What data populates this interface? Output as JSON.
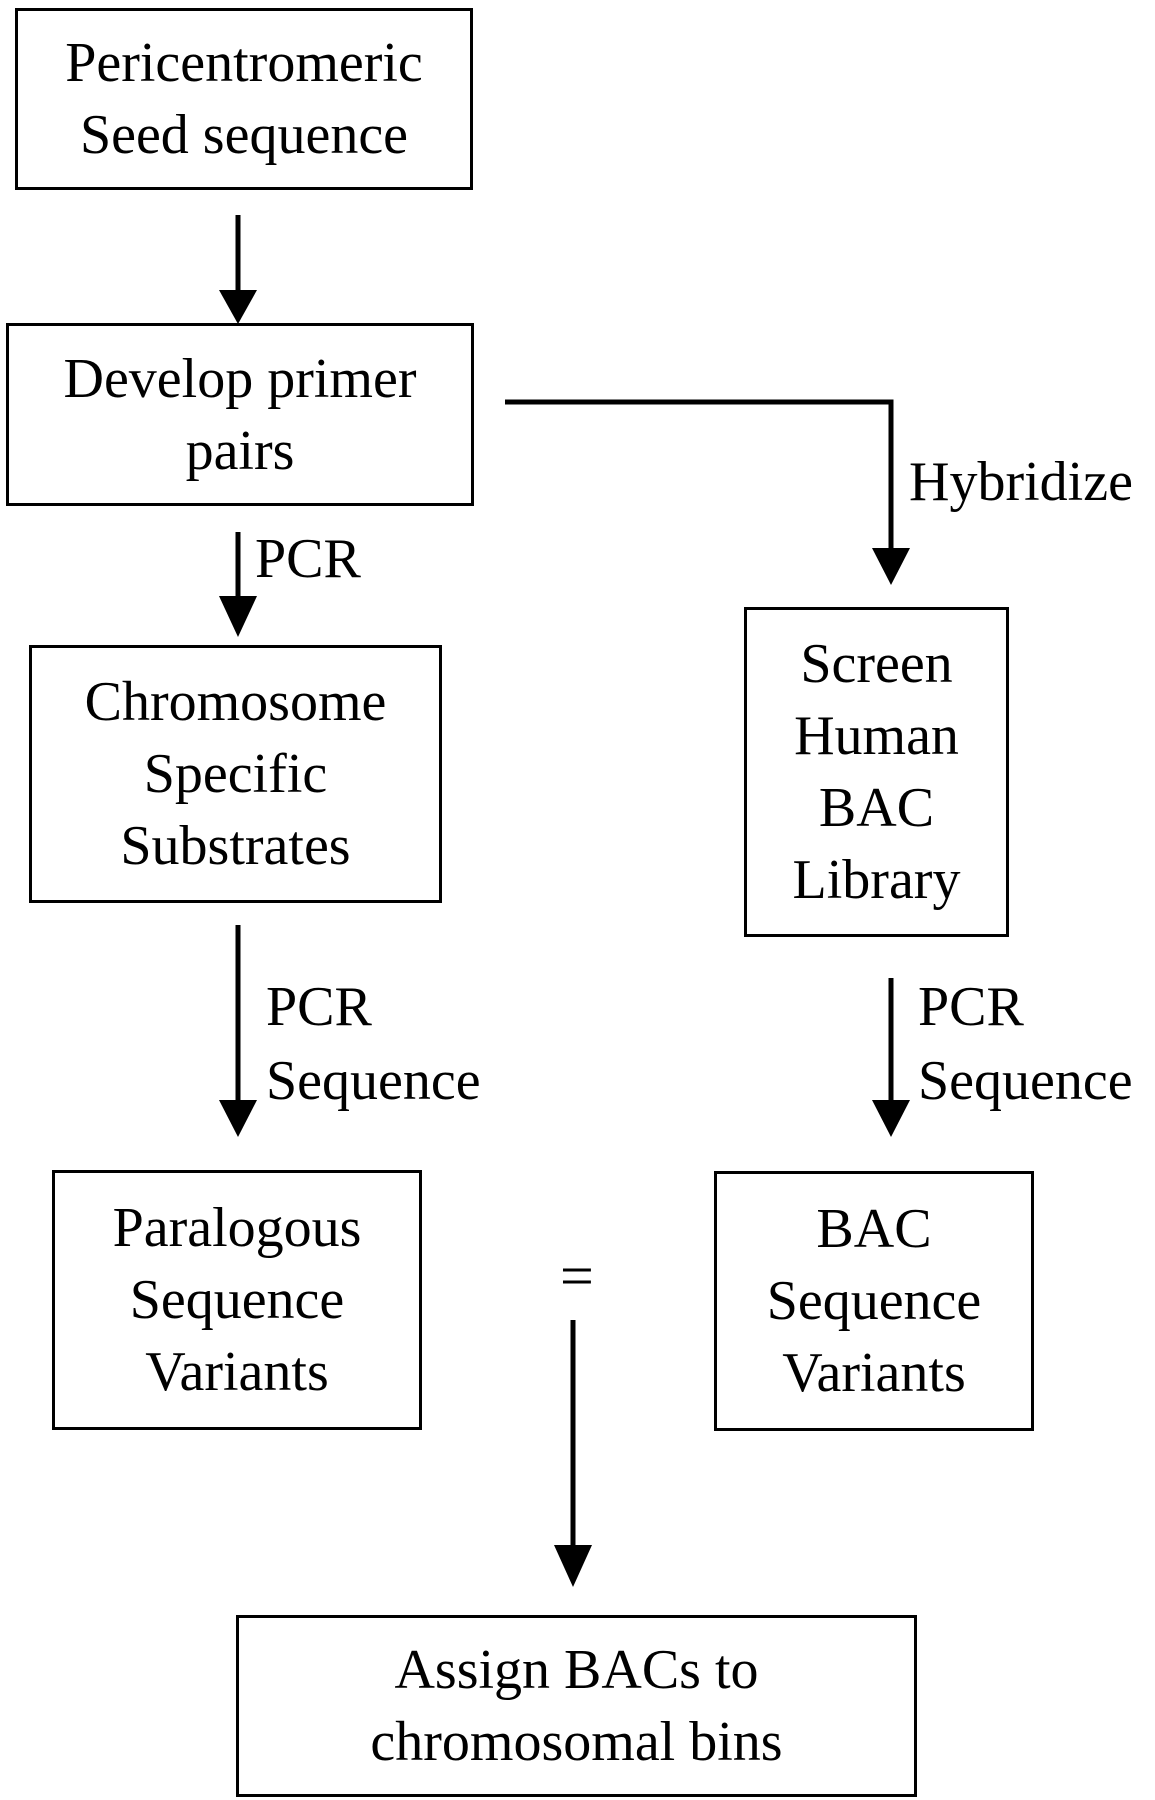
{
  "boxes": {
    "seed": [
      "Pericentromeric",
      "Seed sequence"
    ],
    "primers": [
      "Develop primer",
      "pairs"
    ],
    "chrom": [
      "Chromosome",
      "Specific",
      "Substrates"
    ],
    "screen": [
      "Screen",
      "Human",
      "BAC",
      "Library"
    ],
    "psv": [
      "Paralogous",
      "Sequence",
      "Variants"
    ],
    "bsv": [
      "BAC",
      "Sequence",
      "Variants"
    ],
    "assign": [
      "Assign BACs to",
      "chromosomal bins"
    ]
  },
  "labels": {
    "pcr1": "PCR",
    "hybridize": "Hybridize",
    "pcrseq_left": [
      "PCR",
      "Sequence"
    ],
    "pcrseq_right": [
      "PCR",
      "Sequence"
    ],
    "equals": "="
  }
}
